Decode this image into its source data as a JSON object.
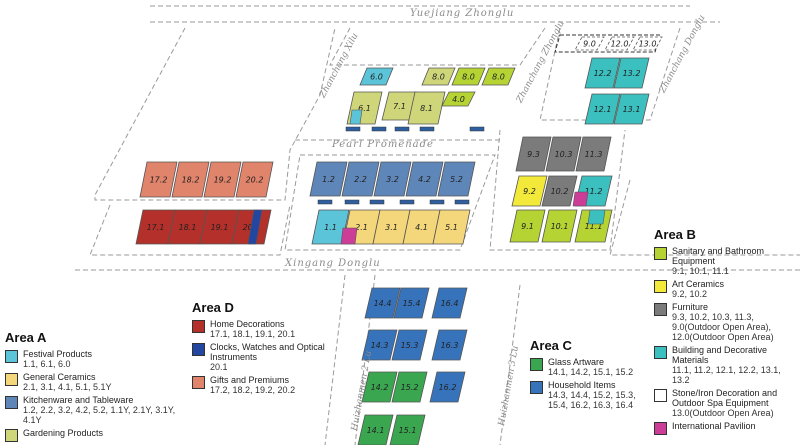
{
  "streets": {
    "top": "Yuejiang Zhonglu",
    "promenade": "Pearl Promenade",
    "middle": "Xingang Donglu",
    "v1": "Zhanchang Xilu",
    "v2": "Zhanchang Zhonglu",
    "v3": "Zhanchang Donglu",
    "v4": "Huizhanmen 2 Lu",
    "v5": "Huizhanmen 3 Lu"
  },
  "colors": {
    "festival": "#5bc4d8",
    "ceramics": "#f4d77b",
    "kitchen": "#5f86b8",
    "garden": "#cfd67a",
    "decor": "#b3302b",
    "clocks": "#2346a0",
    "gifts": "#e0846b",
    "glass": "#3aa650",
    "household": "#3673bb",
    "sanitary": "#b6d334",
    "art": "#f2e93a",
    "furniture": "#7b7b7b",
    "building": "#3cbfbf",
    "stone": "#ffffff",
    "intl": "#cc3d97"
  },
  "booths": [
    {
      "label": "6.0",
      "color": "festival"
    },
    {
      "label": "8.0",
      "color": "garden"
    },
    {
      "label": "8.0",
      "color": "sanitary"
    },
    {
      "label": "8.0",
      "color": "sanitary"
    },
    {
      "label": "6.1",
      "color": "garden"
    },
    {
      "label": "7.1",
      "color": "garden"
    },
    {
      "label": "8.1",
      "color": "garden"
    },
    {
      "label": "4.0",
      "color": "sanitary"
    },
    {
      "label": "12.2",
      "color": "building"
    },
    {
      "label": "13.2",
      "color": "building"
    },
    {
      "label": "12.1",
      "color": "building"
    },
    {
      "label": "13.1",
      "color": "building"
    },
    {
      "label": "9.0",
      "color": "stone"
    },
    {
      "label": "12.0",
      "color": "stone"
    },
    {
      "label": "13.0",
      "color": "stone"
    },
    {
      "label": "17.2",
      "color": "gifts"
    },
    {
      "label": "18.2",
      "color": "gifts"
    },
    {
      "label": "19.2",
      "color": "gifts"
    },
    {
      "label": "20.2",
      "color": "gifts"
    },
    {
      "label": "17.1",
      "color": "decor"
    },
    {
      "label": "18.1",
      "color": "decor"
    },
    {
      "label": "19.1",
      "color": "decor"
    },
    {
      "label": "20.1",
      "color": "decor"
    },
    {
      "label": "1.2",
      "color": "kitchen"
    },
    {
      "label": "2.2",
      "color": "kitchen"
    },
    {
      "label": "3.2",
      "color": "kitchen"
    },
    {
      "label": "4.2",
      "color": "kitchen"
    },
    {
      "label": "5.2",
      "color": "kitchen"
    },
    {
      "label": "1.1",
      "color": "festival"
    },
    {
      "label": "2.1",
      "color": "ceramics"
    },
    {
      "label": "3.1",
      "color": "ceramics"
    },
    {
      "label": "4.1",
      "color": "ceramics"
    },
    {
      "label": "5.1",
      "color": "ceramics"
    },
    {
      "label": "9.3",
      "color": "furniture"
    },
    {
      "label": "10.3",
      "color": "furniture"
    },
    {
      "label": "11.3",
      "color": "furniture"
    },
    {
      "label": "9.2",
      "color": "art"
    },
    {
      "label": "10.2",
      "color": "furniture"
    },
    {
      "label": "11.2",
      "color": "building"
    },
    {
      "label": "9.1",
      "color": "sanitary"
    },
    {
      "label": "10.1",
      "color": "sanitary"
    },
    {
      "label": "11.1",
      "color": "sanitary"
    },
    {
      "label": "14.4",
      "color": "household"
    },
    {
      "label": "15.4",
      "color": "household"
    },
    {
      "label": "16.4",
      "color": "household"
    },
    {
      "label": "14.3",
      "color": "household"
    },
    {
      "label": "15.3",
      "color": "household"
    },
    {
      "label": "16.3",
      "color": "household"
    },
    {
      "label": "14.2",
      "color": "glass"
    },
    {
      "label": "15.2",
      "color": "glass"
    },
    {
      "label": "16.2",
      "color": "household"
    },
    {
      "label": "14.1",
      "color": "glass"
    },
    {
      "label": "15.1",
      "color": "glass"
    }
  ],
  "legend": {
    "area_a": {
      "title": "Area A",
      "items": [
        {
          "name": "Festival Products",
          "halls": "1.1, 6.1, 6.0",
          "color": "festival"
        },
        {
          "name": "General Ceramics",
          "halls": "2.1, 3.1, 4.1, 5.1, 5.1Y",
          "color": "ceramics"
        },
        {
          "name": "Kitchenware and Tableware",
          "halls": "1.2, 2.2, 3.2, 4.2, 5.2, 1.1Y, 2.1Y, 3.1Y, 4.1Y",
          "color": "kitchen"
        },
        {
          "name": "Gardening Products",
          "halls": "",
          "color": "garden"
        }
      ]
    },
    "area_d": {
      "title": "Area D",
      "items": [
        {
          "name": "Home Decorations",
          "halls": "17.1, 18.1, 19.1, 20.1",
          "color": "decor"
        },
        {
          "name": "Clocks, Watches and Optical Instruments",
          "halls": "20.1",
          "color": "clocks"
        },
        {
          "name": "Gifts and Premiums",
          "halls": "17.2, 18.2, 19.2, 20.2",
          "color": "gifts"
        }
      ]
    },
    "area_c": {
      "title": "Area C",
      "items": [
        {
          "name": "Glass Artware",
          "halls": "14.1, 14.2, 15.1, 15.2",
          "color": "glass"
        },
        {
          "name": "Household Items",
          "halls": "14.3, 14.4, 15.2, 15.3, 15.4, 16.2, 16.3, 16.4",
          "color": "household"
        }
      ]
    },
    "area_b": {
      "title": "Area B",
      "items": [
        {
          "name": "Sanitary and Bathroom Equipment",
          "halls": "9.1, 10.1, 11.1",
          "color": "sanitary"
        },
        {
          "name": "Art Ceramics",
          "halls": "9.2, 10.2",
          "color": "art"
        },
        {
          "name": "Furniture",
          "halls": "9.3, 10.2, 10.3, 11.3, 9.0(Outdoor Open Area), 12.0(Outdoor Open Area)",
          "color": "furniture"
        },
        {
          "name": "Building and Decorative Materials",
          "halls": "11.1, 11.2, 12.1, 12.2, 13.1, 13.2",
          "color": "building"
        },
        {
          "name": "Stone/Iron Decoration and Outdoor Spa Equipment",
          "halls": "13.0(Outdoor Open Area)",
          "color": "stone"
        },
        {
          "name": "International Pavilion",
          "halls": "",
          "color": "intl"
        }
      ]
    }
  }
}
